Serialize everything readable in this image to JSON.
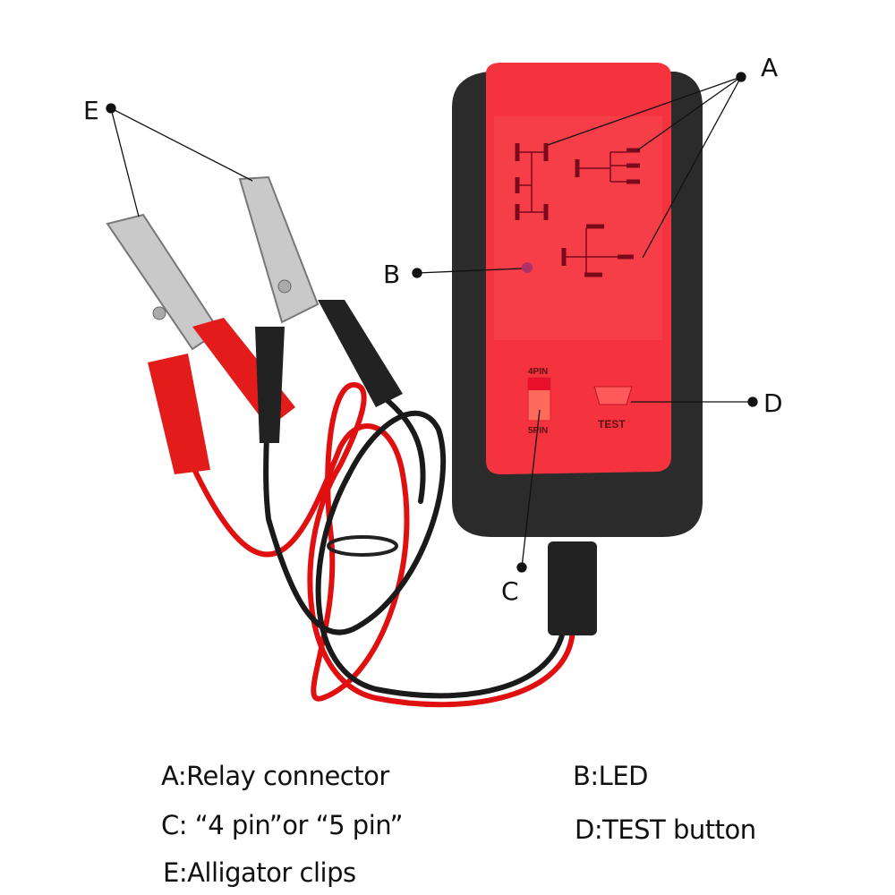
{
  "callouts": {
    "a": "A",
    "b": "B",
    "c": "C",
    "d": "D",
    "e": "E"
  },
  "device": {
    "pin4_label": "4PIN",
    "pin5_label": "5PIN",
    "test_label": "TEST"
  },
  "legend": {
    "a": "A:Relay connector",
    "b": "B:LED",
    "c": "C:  “4 pin”or “5 pin”",
    "d": "D:TEST button",
    "e": "E:Alligator clips"
  },
  "colors": {
    "face_red": "#f5333f",
    "body_black": "#2b2b2b",
    "wire_red": "#e01010",
    "wire_black": "#1a1a1a"
  }
}
